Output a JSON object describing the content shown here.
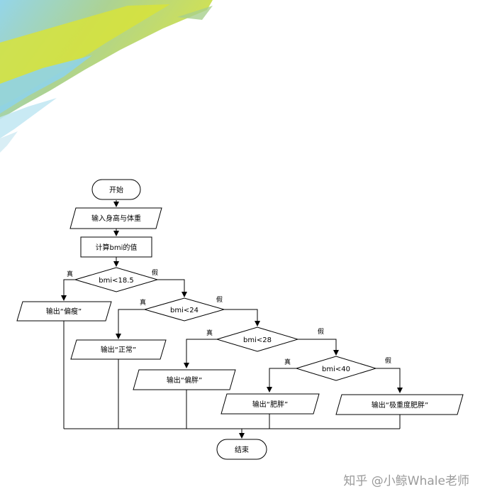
{
  "watermark": "知乎 @小鲸Whale老师",
  "decor": {
    "colors": [
      "#d7e33b",
      "#a8d08d",
      "#8fd3e8",
      "#bfe6f2"
    ]
  },
  "flowchart": {
    "start": "开始",
    "input": "输入身高与体重",
    "compute": "计算bmi的值",
    "true_label": "真",
    "false_label": "假",
    "conditions": [
      "bmi<18.5",
      "bmi<24",
      "bmi<28",
      "bmi<40"
    ],
    "outputs": [
      "输出“偏瘦”",
      "输出“正常”",
      "输出“偏胖”",
      "输出“肥胖”",
      "输出“极重度肥胖”"
    ],
    "end": "结束"
  }
}
